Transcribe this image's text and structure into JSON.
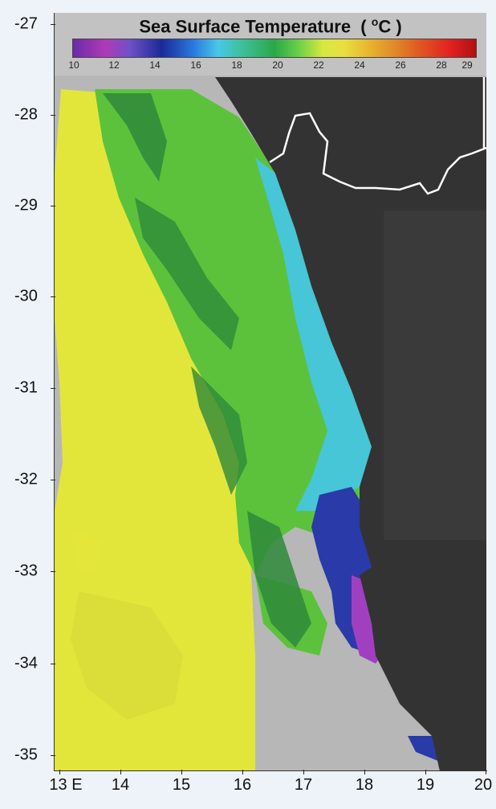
{
  "legend": {
    "title": "Sea Surface Temperature",
    "unit_open": "( ",
    "unit_sup": "o",
    "unit_rest": "C )",
    "ticks": [
      "10",
      "12",
      "14",
      "16",
      "18",
      "20",
      "22",
      "24",
      "26",
      "28",
      "29"
    ]
  },
  "y_axis": {
    "labels": [
      "-27",
      "-28",
      "-29",
      "-30",
      "-31",
      "-32",
      "-33",
      "-34",
      "-35"
    ]
  },
  "x_axis": {
    "labels": [
      "13 E",
      "14",
      "15",
      "16",
      "17",
      "18",
      "19",
      "20"
    ]
  },
  "colors": {
    "land": "#333333",
    "no_data": "#b7b7b7",
    "border_line": "#ffffff",
    "warm_yellow": "#e3e63a",
    "green": "#5cc23c",
    "dark_green": "#2e8a3a",
    "cyan": "#46c6d6",
    "blue": "#2a3aa8",
    "magenta": "#a040c0"
  }
}
